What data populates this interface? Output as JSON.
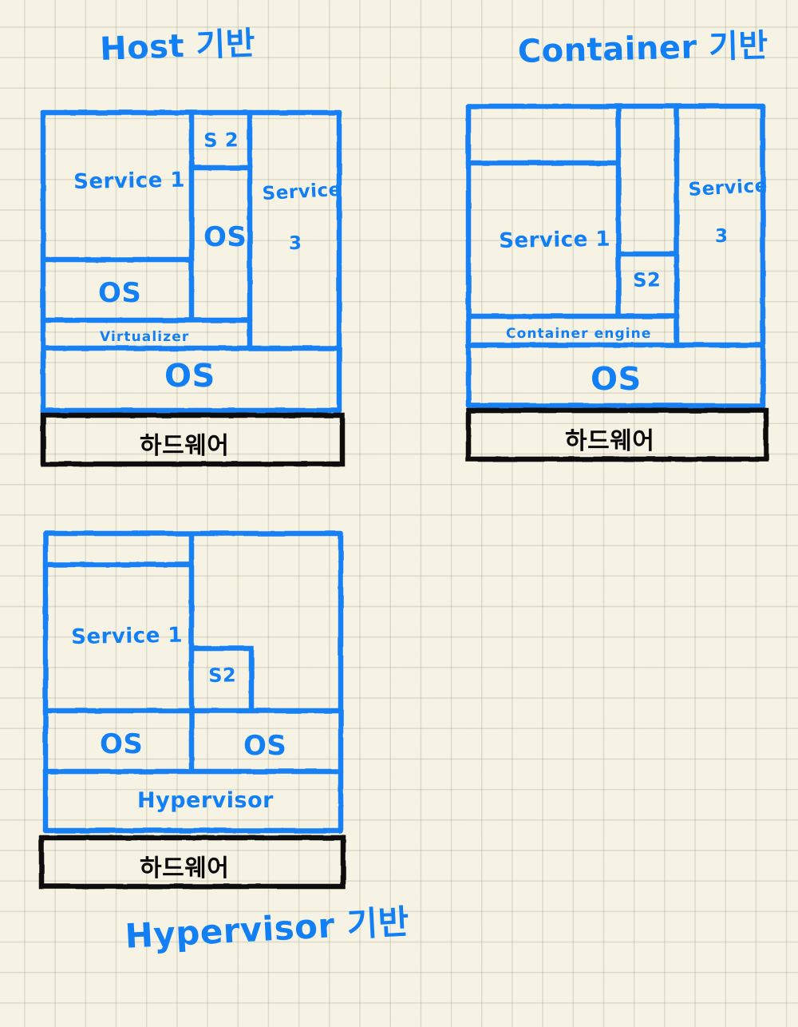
{
  "page": {
    "background_color": "#f6f3e4",
    "grid_color": "#a09e87",
    "ink_blue": "#1280f4",
    "ink_black": "#0a0a0a"
  },
  "diagrams": [
    {
      "id": "host-based",
      "title": "Host 기반",
      "title_position": "top-left",
      "boxes": [
        {
          "name": "service-1",
          "label": "Service 1"
        },
        {
          "name": "s2",
          "label": "S 2"
        },
        {
          "name": "os-guest",
          "label": "OS"
        },
        {
          "name": "service-3",
          "label": "Service\n3"
        },
        {
          "name": "os-host",
          "label": "OS"
        },
        {
          "name": "virtualizer",
          "label": "Virtualizer"
        },
        {
          "name": "os-base",
          "label": "OS"
        },
        {
          "name": "hardware",
          "label": "하드웨어"
        }
      ],
      "service3_line1": "Service",
      "service3_line2": "3"
    },
    {
      "id": "container-based",
      "title": "Container 기반",
      "title_position": "top-right",
      "boxes": [
        {
          "name": "service-1",
          "label": "Service 1"
        },
        {
          "name": "s2",
          "label": "S2"
        },
        {
          "name": "service-3",
          "label": "Service\n3"
        },
        {
          "name": "container-engine",
          "label": "Container  engine"
        },
        {
          "name": "os-base",
          "label": "OS"
        },
        {
          "name": "hardware",
          "label": "하드웨어"
        }
      ],
      "service3_line1": "Service",
      "service3_line2": "3"
    },
    {
      "id": "hypervisor-based",
      "title": "Hypervisor 기반",
      "title_position": "bottom-left",
      "boxes": [
        {
          "name": "service-1",
          "label": "Service 1"
        },
        {
          "name": "s2",
          "label": "S2"
        },
        {
          "name": "os-vm1",
          "label": "OS"
        },
        {
          "name": "os-vm2",
          "label": "OS"
        },
        {
          "name": "hypervisor",
          "label": "Hypervisor"
        },
        {
          "name": "hardware",
          "label": "하드웨어"
        }
      ]
    }
  ],
  "labels": {
    "title_host": "Host 기반",
    "title_container": "Container 기반",
    "title_hypervisor": "Hypervisor 기반",
    "service1": "Service 1",
    "s2_spaced": "S 2",
    "s2": "S2",
    "service_word": "Service",
    "three": "3",
    "os": "OS",
    "virtualizer": "Virtualizer",
    "container_engine": "Container  engine",
    "hypervisor": "Hypervisor",
    "hardware": "하드웨어"
  }
}
